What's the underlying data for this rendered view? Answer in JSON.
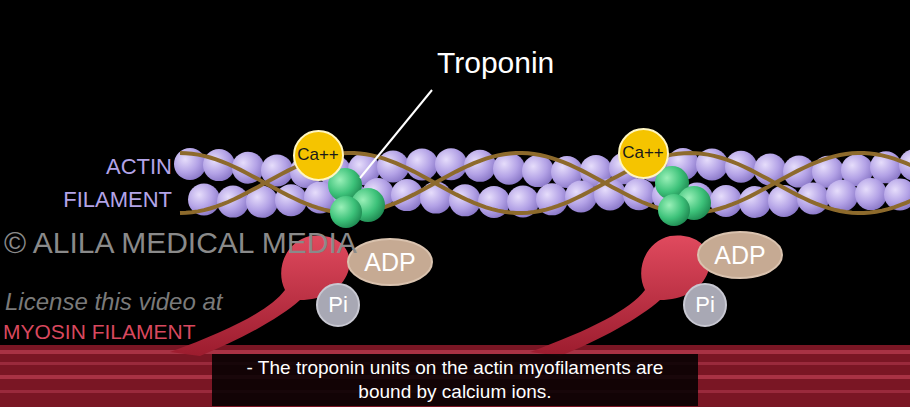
{
  "diagram": {
    "caption": "- The troponin units on the actin myofilaments are bound by calcium ions.",
    "nodes": [
      {
        "text": [
          "Ca++"
        ]
      },
      {
        "text": [
          "Ca++"
        ]
      },
      {
        "text": [
          "ADP"
        ]
      },
      {
        "text": [
          "ADP"
        ]
      },
      {
        "text": [
          "Pi"
        ]
      },
      {
        "text": [
          "Pi"
        ]
      }
    ],
    "labels": [
      "Troponin",
      "ACTIN FILAMENT",
      "© ALILA MEDICAL MEDIA",
      "License this video at",
      "MYOSIN FILAMENT"
    ]
  }
}
